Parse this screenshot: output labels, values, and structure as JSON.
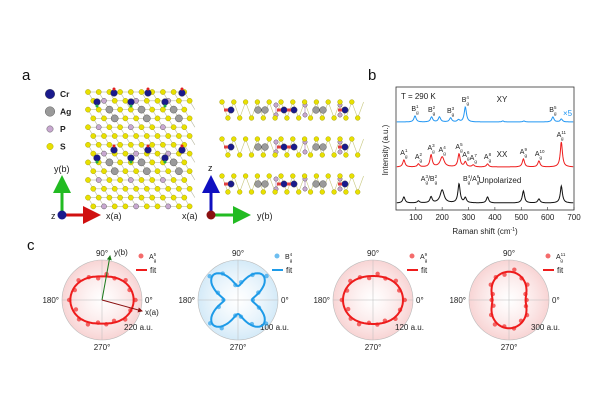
{
  "panel_labels": {
    "a": "a",
    "b": "b",
    "c": "c"
  },
  "colors": {
    "Cr": "#1a1a8c",
    "Ag": "#9a9a9a",
    "P": "#c8a8d0",
    "S": "#e8e000",
    "xy": "#2196f3",
    "xx": "#ee1c1c",
    "unpolarized": "#111111",
    "axis_x": "#d01010",
    "axis_y": "#22bb22",
    "axis_z": "#1010c0"
  },
  "structure": {
    "legend": [
      {
        "element": "Cr",
        "label": "Cr"
      },
      {
        "element": "Ag",
        "label": "Ag"
      },
      {
        "element": "P",
        "label": "P"
      },
      {
        "element": "S",
        "label": "S"
      }
    ],
    "top_view_axes": {
      "out": "z",
      "horizontal": "x(a)",
      "vertical": "y(b)"
    },
    "side_view_axes": {
      "out": "x(a)",
      "horizontal": "y(b)",
      "vertical": "z"
    }
  },
  "chart_data": [
    {
      "type": "line",
      "panel": "b",
      "xlabel": "Raman shift (cm",
      "xlabel_sup": "-1",
      "xlabel_end": ")",
      "ylabel": "Intensity (a.u.)",
      "xlim": [
        25,
        700
      ],
      "xticks": [
        100,
        200,
        300,
        400,
        500,
        600,
        700
      ],
      "annotation": "T = 290 K",
      "series": [
        {
          "name": "XY",
          "scale_label": "×5",
          "color": "#2196f3",
          "peaks": [
            [
              97,
              6
            ],
            [
              160,
              5
            ],
            [
              190,
              5
            ],
            [
              232,
              4
            ],
            [
              262,
              2
            ],
            [
              288,
              15
            ],
            [
              430,
              1
            ],
            [
              510,
              1
            ],
            [
              620,
              5
            ],
            [
              652,
              3
            ]
          ],
          "labels": [
            {
              "x": 97,
              "base": "B",
              "sub": "g",
              "sup": "1"
            },
            {
              "x": 160,
              "base": "B",
              "sub": "g",
              "sup": "2"
            },
            {
              "x": 232,
              "base": "B",
              "sub": "g",
              "sup": "3"
            },
            {
              "x": 288,
              "base": "B",
              "sub": "g",
              "sup": "4"
            },
            {
              "x": 620,
              "base": "B",
              "sub": "g",
              "sup": "5"
            }
          ]
        },
        {
          "name": "XX",
          "color": "#ee1c1c",
          "peaks": [
            [
              55,
              7
            ],
            [
              110,
              3
            ],
            [
              158,
              12
            ],
            [
              200,
              10
            ],
            [
              264,
              13
            ],
            [
              288,
              5
            ],
            [
              318,
              2
            ],
            [
              372,
              3
            ],
            [
              508,
              8
            ],
            [
              567,
              6
            ],
            [
              652,
              25
            ]
          ],
          "labels": [
            {
              "x": 55,
              "base": "A",
              "sub": "g",
              "sup": "1"
            },
            {
              "x": 110,
              "base": "A",
              "sub": "g",
              "sup": "2"
            },
            {
              "x": 158,
              "base": "A",
              "sub": "g",
              "sup": "3"
            },
            {
              "x": 200,
              "base": "A",
              "sub": "g",
              "sup": "4"
            },
            {
              "x": 264,
              "base": "A",
              "sub": "g",
              "sup": "5"
            },
            {
              "x": 290,
              "base": "A",
              "sub": "g",
              "sup": "6"
            },
            {
              "x": 318,
              "base": "A",
              "sub": "g",
              "sup": "7"
            },
            {
              "x": 372,
              "base": "A",
              "sub": "g",
              "sup": "8"
            },
            {
              "x": 508,
              "base": "A",
              "sub": "g",
              "sup": "9"
            },
            {
              "x": 570,
              "base": "A",
              "sub": "g",
              "sup": "10"
            },
            {
              "x": 652,
              "base": "A",
              "sub": "g",
              "sup": "11"
            }
          ]
        },
        {
          "name": "Unpolarized",
          "color": "#111111",
          "peaks": [
            [
              55,
              6
            ],
            [
              110,
              2
            ],
            [
              158,
              6
            ],
            [
              200,
              13
            ],
            [
              264,
              19
            ],
            [
              288,
              5
            ],
            [
              372,
              6
            ],
            [
              508,
              12
            ],
            [
              567,
              4
            ],
            [
              652,
              17
            ]
          ],
          "labels": [
            {
              "x": 150,
              "base": "A",
              "sub": "g",
              "sup": "3",
              "base2": "/B",
              "sub2": "g",
              "sup2": "2"
            },
            {
              "x": 310,
              "base": "B",
              "sub": "g",
              "sup": "4",
              "base2": "/A",
              "sub2": "g",
              "sup2": "6"
            }
          ]
        }
      ]
    },
    {
      "type": "polar",
      "panel": "c",
      "angle_labels": [
        "0°",
        "90°",
        "180°",
        "270°"
      ],
      "fit_label": "fit",
      "plots": [
        {
          "mode": {
            "base": "A",
            "sub": "g",
            "sup": "5"
          },
          "radius_label": "220 a.u.",
          "rmax": 220,
          "color": "#ee1c1c",
          "bg": "#f8d4d4",
          "fit": {
            "shape": "ellipse",
            "i_0deg": 174,
            "i_90deg": 130
          },
          "crystal_axes": {
            "x": "x(a)",
            "y": "y(b)"
          }
        },
        {
          "mode": {
            "base": "B",
            "sub": "g",
            "sup": "4"
          },
          "radius_label": "100 a.u.",
          "rmax": 100,
          "color": "#1e9be8",
          "bg": "#d4eaf8",
          "fit": {
            "shape": "four-lobe",
            "i_min": 35,
            "i_max": 88
          }
        },
        {
          "mode": {
            "base": "A",
            "sub": "g",
            "sup": "9"
          },
          "radius_label": "120 a.u.",
          "rmax": 120,
          "color": "#ee1c1c",
          "bg": "#f8d4d4",
          "fit": {
            "shape": "ellipse",
            "i_0deg": 90,
            "i_90deg": 72
          }
        },
        {
          "mode": {
            "base": "A",
            "sub": "g",
            "sup": "11"
          },
          "radius_label": "300 a.u.",
          "rmax": 300,
          "color": "#ee1c1c",
          "bg": "#f8d4d4",
          "fit": {
            "shape": "ellipse",
            "i_0deg": 125,
            "i_90deg": 212
          }
        }
      ]
    }
  ]
}
